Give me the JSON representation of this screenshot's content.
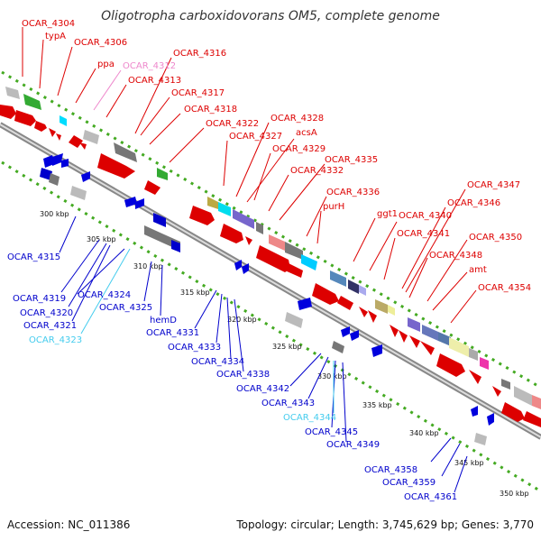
{
  "title": "Oligotropha carboxidovorans OM5, complete genome",
  "footer": {
    "accession": "Accession: NC_011386",
    "topology": "Topology: circular; Length: 3,745,629 bp; Genes: 3,770"
  },
  "colors": {
    "forward_label": "#dd0000",
    "reverse_label": "#0000cc",
    "highlight_label": "#44ccee",
    "pink_label": "#ee88cc",
    "backbone": "#999999",
    "tick_dots": "#44aa22"
  },
  "scale_labels": [
    "300 kbp",
    "305 kbp",
    "310 kbp",
    "315 kbp",
    "320 kbp",
    "325 kbp",
    "330 kbp",
    "335 kbp",
    "340 kbp",
    "345 kbp",
    "350 kbp"
  ],
  "forward_labels": [
    {
      "text": "OCAR_4304",
      "color": "#dd0000"
    },
    {
      "text": "typA",
      "color": "#dd0000"
    },
    {
      "text": "OCAR_4306",
      "color": "#dd0000"
    },
    {
      "text": "ppa",
      "color": "#dd0000"
    },
    {
      "text": "OCAR_4312",
      "color": "#ee88cc"
    },
    {
      "text": "OCAR_4316",
      "color": "#dd0000"
    },
    {
      "text": "OCAR_4313",
      "color": "#dd0000"
    },
    {
      "text": "OCAR_4317",
      "color": "#dd0000"
    },
    {
      "text": "OCAR_4318",
      "color": "#dd0000"
    },
    {
      "text": "OCAR_4322",
      "color": "#dd0000"
    },
    {
      "text": "OCAR_4328",
      "color": "#dd0000"
    },
    {
      "text": "OCAR_4327",
      "color": "#dd0000"
    },
    {
      "text": "acsA",
      "color": "#dd0000"
    },
    {
      "text": "OCAR_4329",
      "color": "#dd0000"
    },
    {
      "text": "OCAR_4335",
      "color": "#dd0000"
    },
    {
      "text": "OCAR_4332",
      "color": "#dd0000"
    },
    {
      "text": "OCAR_4336",
      "color": "#dd0000"
    },
    {
      "text": "purH",
      "color": "#dd0000"
    },
    {
      "text": "ggt1",
      "color": "#dd0000"
    },
    {
      "text": "OCAR_4340",
      "color": "#dd0000"
    },
    {
      "text": "OCAR_4347",
      "color": "#dd0000"
    },
    {
      "text": "OCAR_4346",
      "color": "#dd0000"
    },
    {
      "text": "OCAR_4341",
      "color": "#dd0000"
    },
    {
      "text": "OCAR_4350",
      "color": "#dd0000"
    },
    {
      "text": "OCAR_4348",
      "color": "#dd0000"
    },
    {
      "text": "amt",
      "color": "#dd0000"
    },
    {
      "text": "OCAR_4354",
      "color": "#dd0000"
    }
  ],
  "reverse_labels": [
    {
      "text": "OCAR_4315",
      "color": "#0000cc"
    },
    {
      "text": "OCAR_4319",
      "color": "#0000cc"
    },
    {
      "text": "OCAR_4320",
      "color": "#0000cc"
    },
    {
      "text": "OCAR_4321",
      "color": "#0000cc"
    },
    {
      "text": "OCAR_4323",
      "color": "#44ccee"
    },
    {
      "text": "OCAR_4324",
      "color": "#0000cc"
    },
    {
      "text": "OCAR_4325",
      "color": "#0000cc"
    },
    {
      "text": "hemD",
      "color": "#0000cc"
    },
    {
      "text": "OCAR_4331",
      "color": "#0000cc"
    },
    {
      "text": "OCAR_4333",
      "color": "#0000cc"
    },
    {
      "text": "OCAR_4334",
      "color": "#0000cc"
    },
    {
      "text": "OCAR_4338",
      "color": "#0000cc"
    },
    {
      "text": "OCAR_4342",
      "color": "#0000cc"
    },
    {
      "text": "OCAR_4343",
      "color": "#0000cc"
    },
    {
      "text": "OCAR_4344",
      "color": "#44ccee"
    },
    {
      "text": "OCAR_4345",
      "color": "#0000cc"
    },
    {
      "text": "OCAR_4349",
      "color": "#0000cc"
    },
    {
      "text": "OCAR_4358",
      "color": "#0000cc"
    },
    {
      "text": "OCAR_4359",
      "color": "#0000cc"
    },
    {
      "text": "OCAR_4361",
      "color": "#0000cc"
    }
  ]
}
